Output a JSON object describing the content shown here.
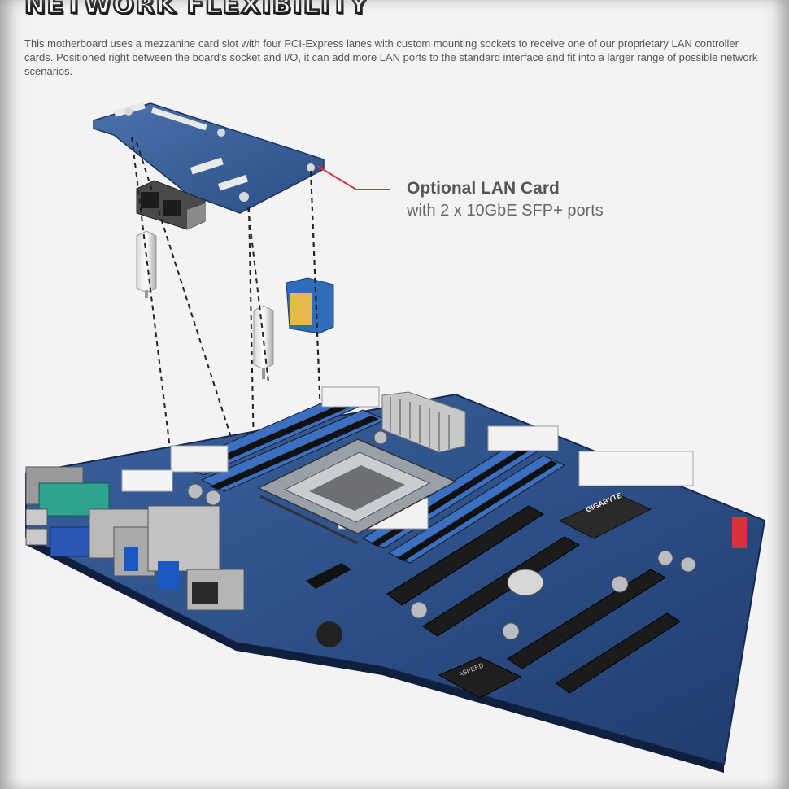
{
  "heading": "NETWORK FLEXIBILITY",
  "intro": "This motherboard uses a mezzanine card slot with four PCI-Express lanes with custom mounting sockets to receive one of our proprietary LAN controller cards. Positioned right between the board's socket and I/O, it can add more LAN ports to the standard interface and fit into a larger range of possible network scenarios.",
  "callout": {
    "title": "Optional LAN Card",
    "subtitle": "with 2 x 10GbE SFP+ ports"
  },
  "board": {
    "brand": "GIGABYTE",
    "chip": "ASPEED"
  },
  "colors": {
    "pcb": "#2b4f86",
    "dimm": "#3a6fc2",
    "leader": "#e0323c",
    "background": "#f3f3f3"
  }
}
